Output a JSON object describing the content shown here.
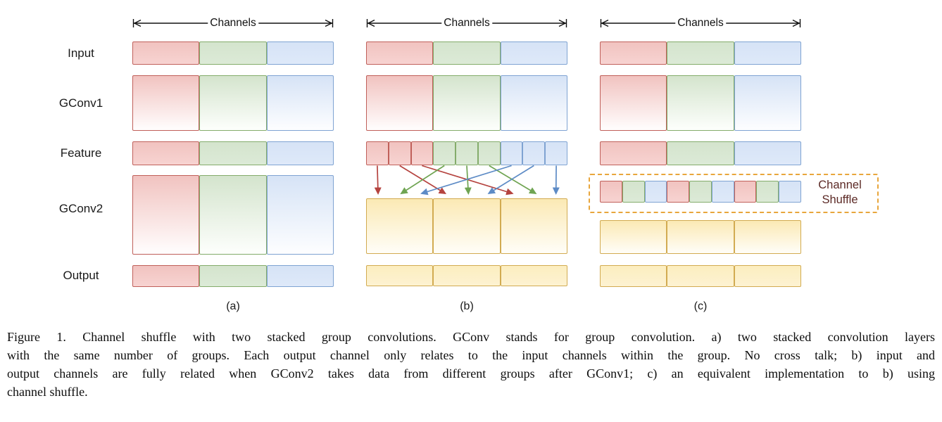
{
  "figure": {
    "channels_label": "Channels",
    "row_labels": [
      "Input",
      "GConv1",
      "Feature",
      "GConv2",
      "Output"
    ],
    "panel_labels": [
      "(a)",
      "(b)",
      "(c)"
    ],
    "shuffle_label_lines": [
      "Channel",
      "Shuffle"
    ],
    "group_colors_order": [
      "red",
      "green",
      "blue"
    ],
    "feature_subcells_b": [
      "red",
      "red",
      "red",
      "green",
      "green",
      "green",
      "blue",
      "blue",
      "blue"
    ],
    "shuffle_cells_c": [
      "red",
      "green",
      "blue",
      "red",
      "green",
      "blue",
      "red",
      "green",
      "blue"
    ],
    "arrows_b": [
      {
        "color": "red",
        "from_cell": 0,
        "to_block": 0
      },
      {
        "color": "red",
        "from_cell": 1,
        "to_block": 1
      },
      {
        "color": "red",
        "from_cell": 2,
        "to_block": 2
      },
      {
        "color": "green",
        "from_cell": 3,
        "to_block": 0
      },
      {
        "color": "green",
        "from_cell": 4,
        "to_block": 1
      },
      {
        "color": "green",
        "from_cell": 5,
        "to_block": 2
      },
      {
        "color": "blue",
        "from_cell": 6,
        "to_block": 0
      },
      {
        "color": "blue",
        "from_cell": 7,
        "to_block": 1
      },
      {
        "color": "blue",
        "from_cell": 8,
        "to_block": 2
      }
    ]
  },
  "caption": {
    "lines": [
      "Figure 1. Channel shuffle with two stacked group convolutions.  GConv stands for group convolution.  a) two stacked convolution layers",
      "with the same number of groups.  Each output channel only relates to the input channels within the group.  No cross talk; b) input and",
      "output channels are fully related when GConv2 takes data from different groups after GConv1; c) an equivalent implementation to b) using",
      "channel shuffle."
    ]
  },
  "colors": {
    "red_border": "#c0605a",
    "red_top": "#f1c3c0",
    "red_bottom": "#f7d3d1",
    "green_border": "#84ac6b",
    "green_top": "#d4e4cd",
    "green_bottom": "#dcead7",
    "blue_border": "#7fa3d2",
    "blue_top": "#d6e3f6",
    "blue_bottom": "#dee9f9",
    "yellow_border": "#d2ab51",
    "yellow_top": "#fceebf",
    "yellow_bottom": "#fdf2d2",
    "yellow_tall_top": "#fbe9b4",
    "arrow_red": "#b5433f",
    "arrow_green": "#6fa452",
    "arrow_blue": "#5d8bc6",
    "dashed_border": "#e8a63c",
    "shuffle_text": "#5c2a26"
  }
}
